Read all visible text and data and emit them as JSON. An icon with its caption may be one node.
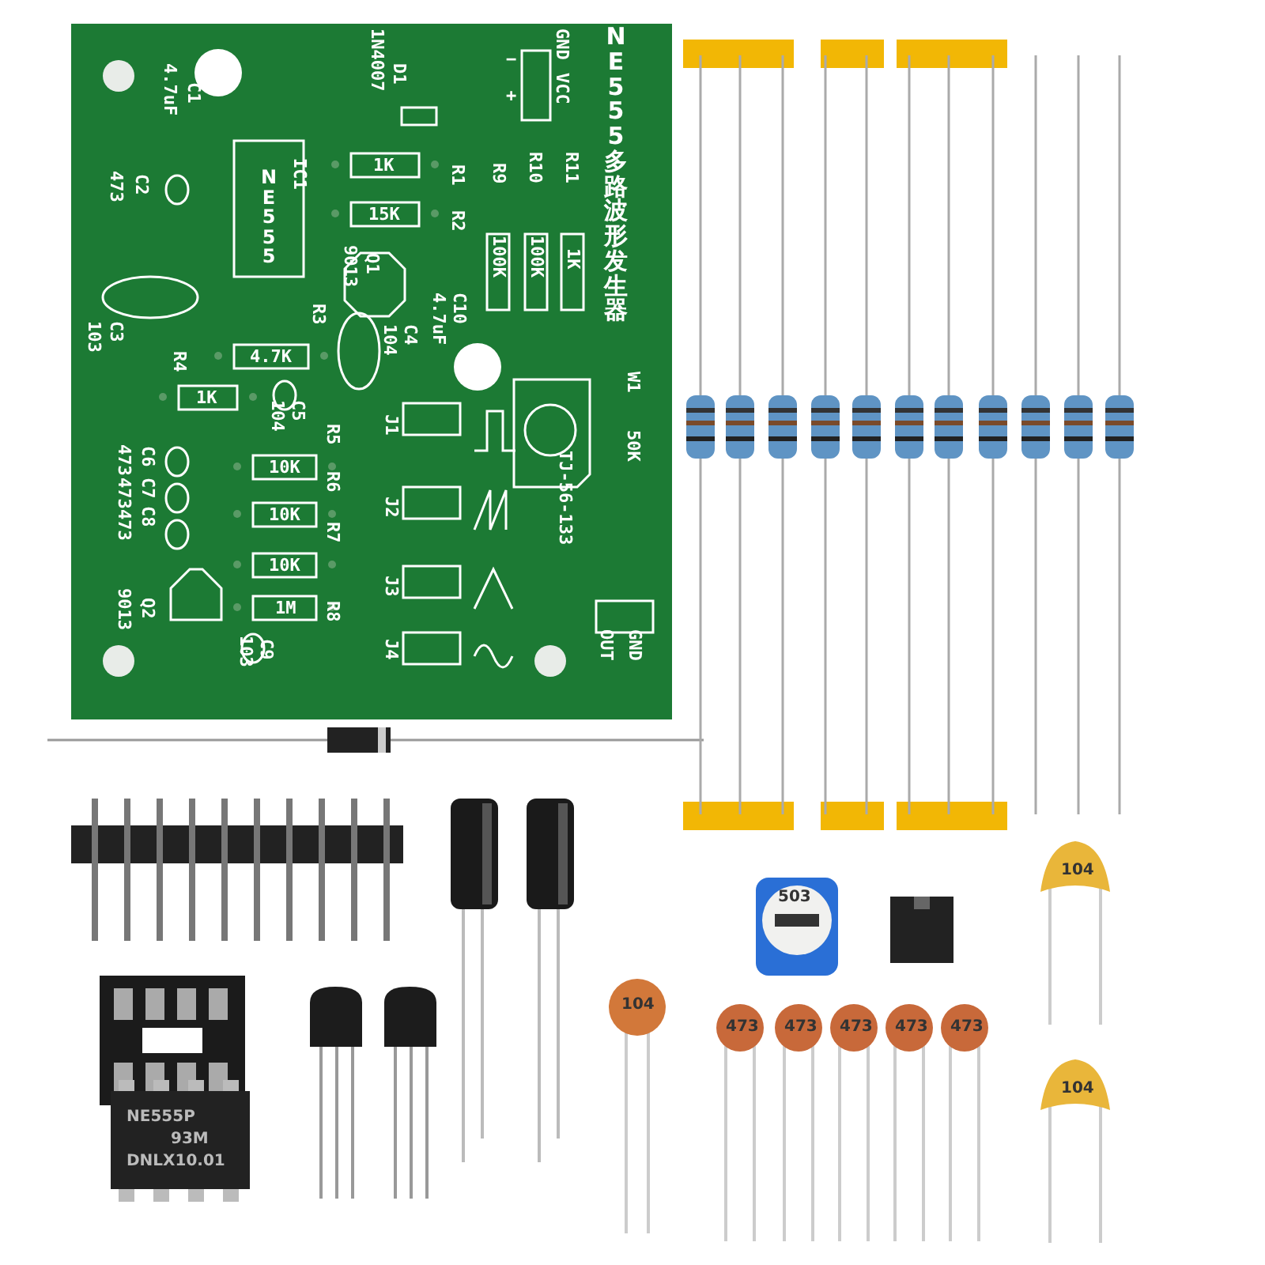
{
  "diagram": {
    "labels": [
      "4.7uF",
      "C1",
      "1N4007",
      "D1",
      "GND",
      "VCC",
      "−",
      "+",
      "NE555多路波形发生器",
      "IC1",
      "NE555",
      "473",
      "C2",
      "1K",
      "R1",
      "15K",
      "R2",
      "R9",
      "R10",
      "R11",
      "9013",
      "Q1",
      "100K",
      "100K",
      "1K",
      "4.7uF",
      "C10",
      "103",
      "C3",
      "R3",
      "4.7K",
      "104",
      "C4",
      "R4",
      "1K",
      "104",
      "C5",
      "W1",
      "50K",
      "J1",
      "R5",
      "10K",
      "473",
      "C6",
      "473",
      "C7",
      "473",
      "C8",
      "R6",
      "10K",
      "J2",
      "R7",
      "10K",
      "J3",
      "TJ-56-133",
      "9013",
      "Q2",
      "1M",
      "R8",
      "103",
      "C9",
      "J4",
      "OUT",
      "GND",
      "104",
      "473",
      "473",
      "473",
      "473",
      "473",
      "104",
      "104",
      "503",
      "NE555P",
      "93M",
      "DNLX10.01"
    ]
  }
}
